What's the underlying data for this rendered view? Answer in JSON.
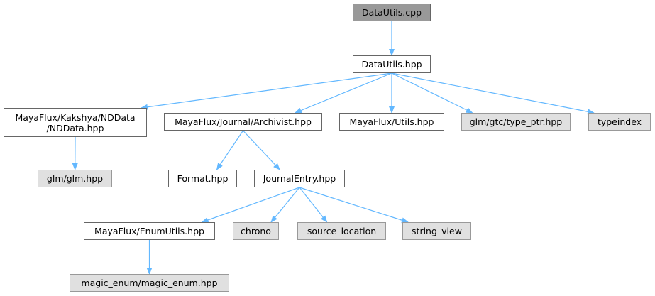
{
  "graph": {
    "edge_color": "#63b8ff",
    "nodes": [
      {
        "id": "datautils_cpp",
        "label": "DataUtils.cpp",
        "kind": "root"
      },
      {
        "id": "datautils_hpp",
        "label": "DataUtils.hpp",
        "kind": "doc"
      },
      {
        "id": "nddata",
        "label": "MayaFlux/Kakshya/NDData\n/NDData.hpp",
        "kind": "doc"
      },
      {
        "id": "archivist",
        "label": "MayaFlux/Journal/Archivist.hpp",
        "kind": "doc"
      },
      {
        "id": "utils",
        "label": "MayaFlux/Utils.hpp",
        "kind": "doc"
      },
      {
        "id": "type_ptr",
        "label": "glm/gtc/type_ptr.hpp",
        "kind": "ext"
      },
      {
        "id": "typeindex",
        "label": "typeindex",
        "kind": "ext"
      },
      {
        "id": "glm",
        "label": "glm/glm.hpp",
        "kind": "ext"
      },
      {
        "id": "format",
        "label": "Format.hpp",
        "kind": "doc"
      },
      {
        "id": "journalentry",
        "label": "JournalEntry.hpp",
        "kind": "doc"
      },
      {
        "id": "enumutils",
        "label": "MayaFlux/EnumUtils.hpp",
        "kind": "doc"
      },
      {
        "id": "chrono",
        "label": "chrono",
        "kind": "ext"
      },
      {
        "id": "source_location",
        "label": "source_location",
        "kind": "ext"
      },
      {
        "id": "string_view",
        "label": "string_view",
        "kind": "ext"
      },
      {
        "id": "magic_enum",
        "label": "magic_enum/magic_enum.hpp",
        "kind": "ext"
      }
    ],
    "edges": [
      {
        "from": "datautils_cpp",
        "to": "datautils_hpp"
      },
      {
        "from": "datautils_hpp",
        "to": "nddata"
      },
      {
        "from": "datautils_hpp",
        "to": "archivist"
      },
      {
        "from": "datautils_hpp",
        "to": "utils"
      },
      {
        "from": "datautils_hpp",
        "to": "type_ptr"
      },
      {
        "from": "datautils_hpp",
        "to": "typeindex"
      },
      {
        "from": "nddata",
        "to": "glm"
      },
      {
        "from": "archivist",
        "to": "format"
      },
      {
        "from": "archivist",
        "to": "journalentry"
      },
      {
        "from": "journalentry",
        "to": "enumutils"
      },
      {
        "from": "journalentry",
        "to": "chrono"
      },
      {
        "from": "journalentry",
        "to": "source_location"
      },
      {
        "from": "journalentry",
        "to": "string_view"
      },
      {
        "from": "enumutils",
        "to": "magic_enum"
      }
    ]
  }
}
